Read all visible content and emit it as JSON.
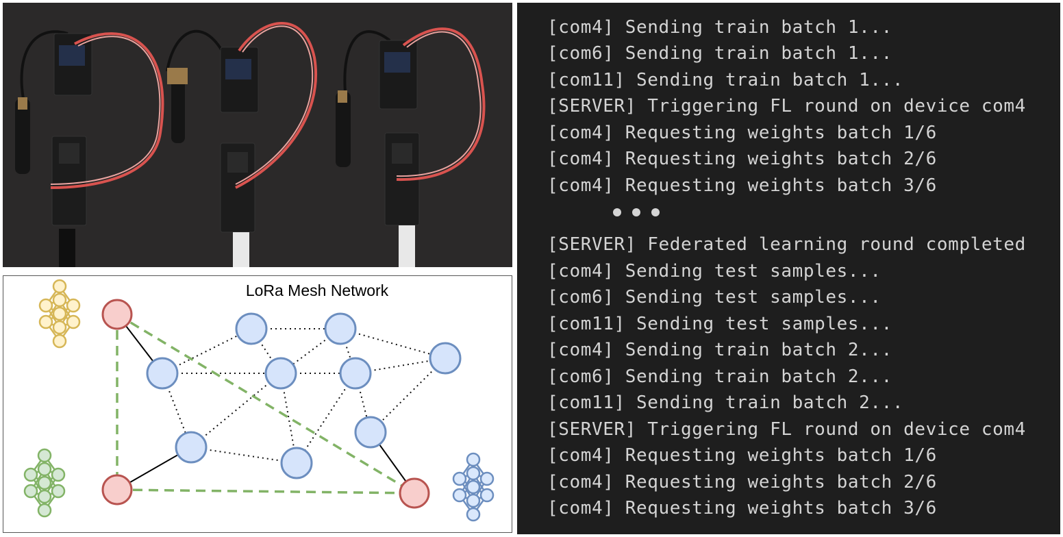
{
  "diagram": {
    "title": "LoRa Mesh Network",
    "colors": {
      "mesh_node_fill": "#d6e4fb",
      "mesh_node_stroke": "#6c8ebf",
      "gateway_fill": "#f8cecc",
      "gateway_stroke": "#b85450",
      "fl_link": "#82b366",
      "nn_yellow": "#d6b656",
      "nn_green": "#82b366",
      "nn_blue": "#6c8ebf"
    },
    "icons": [
      "neural-network-icon-yellow",
      "neural-network-icon-green",
      "neural-network-icon-blue"
    ]
  },
  "terminal": {
    "lines_before": [
      "[com4] Sending train batch 1...",
      "[com6] Sending train batch 1...",
      "[com11] Sending train batch 1...",
      "[SERVER] Triggering FL round on device com4",
      "[com4] Requesting weights batch 1/6",
      "[com4] Requesting weights batch 2/6",
      "[com4] Requesting weights batch 3/6"
    ],
    "lines_after": [
      "[SERVER] Federated learning round completed",
      "[com4] Sending test samples...",
      "[com6] Sending test samples...",
      "[com11] Sending test samples...",
      "[com4] Sending train batch 2...",
      "[com6] Sending train batch 2...",
      "[com11] Sending train batch 2...",
      "[SERVER] Triggering FL round on device com4",
      "[com4] Requesting weights batch 1/6",
      "[com4] Requesting weights batch 2/6",
      "[com4] Requesting weights batch 3/6"
    ],
    "colors": {
      "background": "#1e1e1e",
      "text": "#d4d4d4"
    }
  }
}
